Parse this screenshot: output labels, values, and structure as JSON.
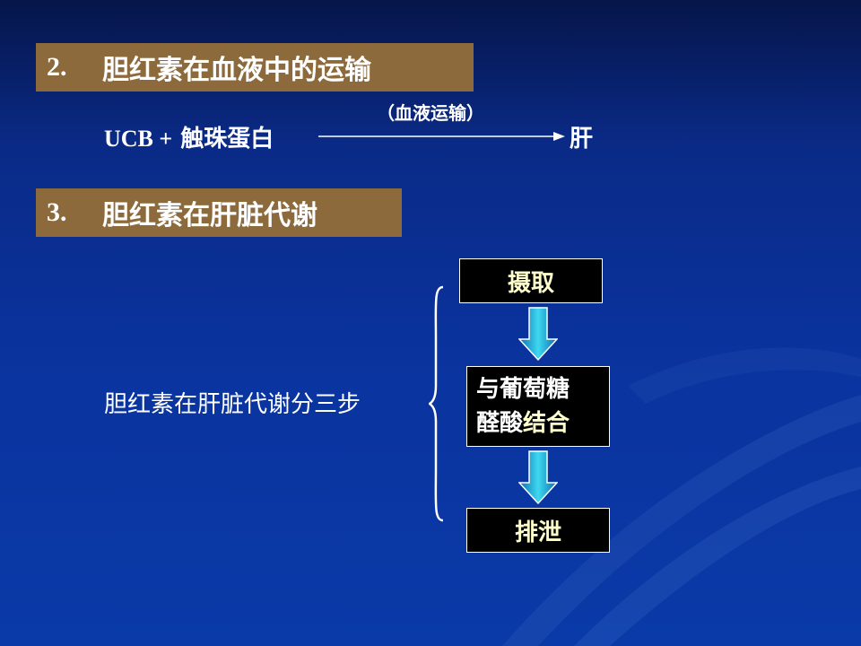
{
  "section2": {
    "number": "2.",
    "title": "胆红素在血液中的运输"
  },
  "transport_line": {
    "ucb_latin": "UCB +",
    "ucb_cn": "触珠蛋白",
    "arrow_label": "（血液运输）",
    "target": "肝"
  },
  "section3": {
    "number": "3.",
    "title": "胆红素在肝脏代谢"
  },
  "lead_text": "胆红素在肝脏代谢分三步",
  "steps": {
    "step1": "摄取",
    "step2_line1": "与葡萄糖",
    "step2_line2_a": "醛酸",
    "step2_line2_b": "结合",
    "step3": "排泄"
  },
  "colors": {
    "heading_bg": "#8c6a3c",
    "box_text": "#ffffcc",
    "arrow": "#1fb6d6",
    "background": "#0a339e"
  }
}
